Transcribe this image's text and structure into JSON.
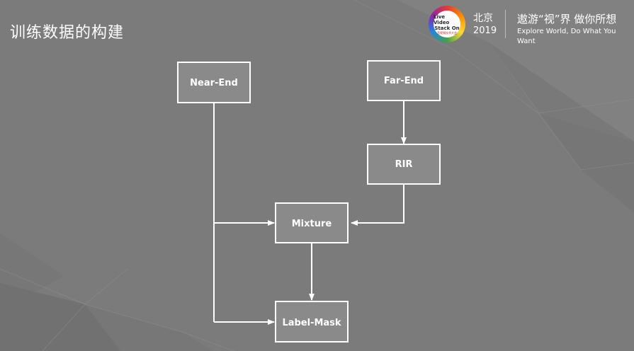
{
  "slide": {
    "title": "训练数据的构建"
  },
  "header": {
    "logo": {
      "line1": "Live Video",
      "line2": "Stack On",
      "line3": "音视频技术大会"
    },
    "city": "北京",
    "year": "2019",
    "slogan_cn": "遨游“视”界  做你所想",
    "slogan_en": "Explore World, Do What You Want"
  },
  "diagram": {
    "nodes": {
      "near_end": "Near-End",
      "far_end": "Far-End",
      "rir": "RIR",
      "mixture": "Mixture",
      "label_mask": "Label-Mask"
    }
  },
  "colors": {
    "background": "#7b7b7b",
    "box_fill": "#8a8a8a",
    "line": "#ffffff"
  }
}
